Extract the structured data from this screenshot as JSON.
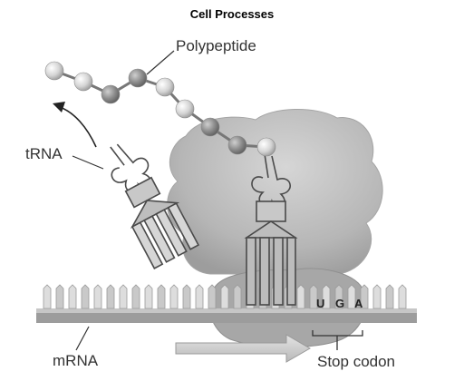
{
  "title": "Cell Processes",
  "labels": {
    "polypeptide": "Polypeptide",
    "trna": "tRNA",
    "mrna": "mRNA",
    "stop_codon": "Stop codon"
  },
  "codon": [
    "U",
    "G",
    "A"
  ],
  "colors": {
    "ribosome": "#b9b9b9",
    "ribosome_shadow": "#9a9a9a",
    "strand": "#9c9c9c",
    "strand_light": "#d2d2d2",
    "bead_light": "#d9d9d9",
    "bead_dark": "#8e8e8e",
    "line": "#333333"
  }
}
